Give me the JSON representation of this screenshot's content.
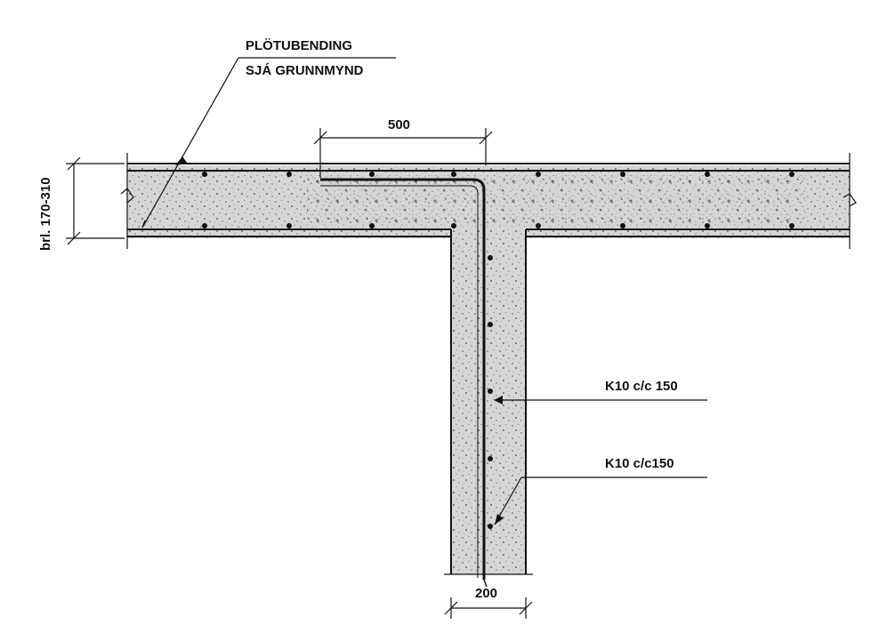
{
  "labels": {
    "plate_reinforcement_line1": "PLÖTUBENDING",
    "plate_reinforcement_line2": "SJÁ GRUNNMYND",
    "dim_anchorage": "500",
    "dim_slab_thickness": "brl. 170-310",
    "rebar_callout_upper": "K10 c/c 150",
    "rebar_callout_lower": "K10 c/c150",
    "dim_wall_thickness": "200"
  },
  "colors": {
    "line": "#111111",
    "concrete_fill": "#d4d4d4",
    "concrete_speckle": "#444444"
  }
}
